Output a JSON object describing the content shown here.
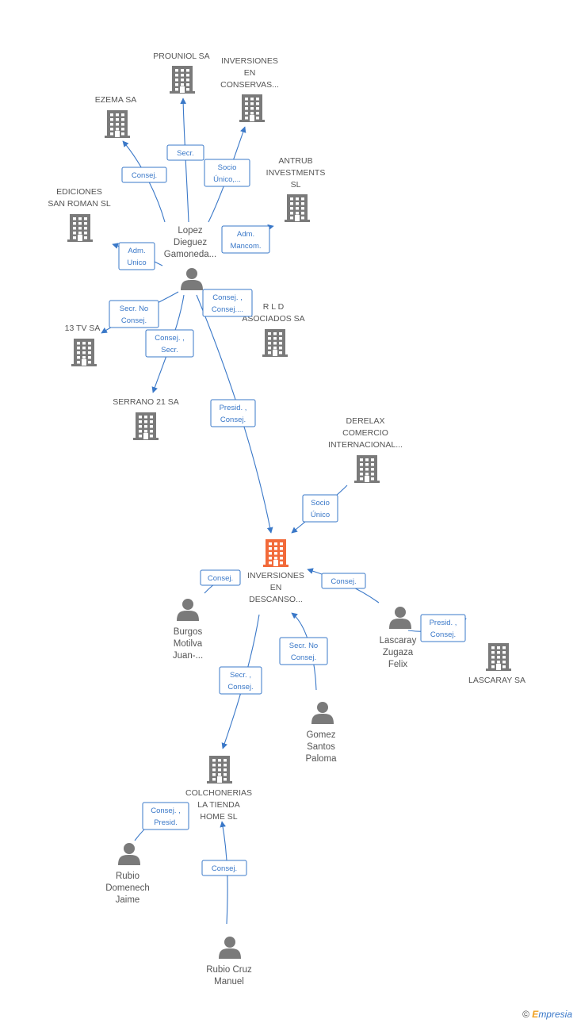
{
  "colors": {
    "company": "#7a7a7a",
    "focus_company": "#f26a3a",
    "person": "#7a7a7a",
    "edge": "#3a78c8"
  },
  "nodes": [
    {
      "id": "prouniol",
      "type": "company",
      "lines": [
        "PROUNIOL SA"
      ]
    },
    {
      "id": "inv_conservas",
      "type": "company",
      "lines": [
        "INVERSIONES",
        "EN",
        "CONSERVAS..."
      ]
    },
    {
      "id": "ezema",
      "type": "company",
      "lines": [
        "EZEMA SA"
      ]
    },
    {
      "id": "antrub",
      "type": "company",
      "lines": [
        "ANTRUB",
        "INVESTMENTS",
        "SL"
      ]
    },
    {
      "id": "ediciones",
      "type": "company",
      "lines": [
        "EDICIONES",
        "SAN ROMAN SL"
      ]
    },
    {
      "id": "lopez",
      "type": "person",
      "lines": [
        "Lopez",
        "Dieguez",
        "Gamoneda..."
      ]
    },
    {
      "id": "rld",
      "type": "company",
      "lines": [
        "R L D",
        "ASOCIADOS SA"
      ]
    },
    {
      "id": "tv13",
      "type": "company",
      "lines": [
        "13 TV SA"
      ]
    },
    {
      "id": "serrano",
      "type": "company",
      "lines": [
        "SERRANO 21 SA"
      ]
    },
    {
      "id": "derelax",
      "type": "company",
      "lines": [
        "DERELAX",
        "COMERCIO",
        "INTERNACIONAL..."
      ]
    },
    {
      "id": "inv_descanso",
      "type": "focus",
      "lines": [
        "INVERSIONES",
        "EN",
        "DESCANSO..."
      ]
    },
    {
      "id": "burgos",
      "type": "person",
      "lines": [
        "Burgos",
        "Motilva",
        "Juan-..."
      ]
    },
    {
      "id": "lascaray_p",
      "type": "person",
      "lines": [
        "Lascaray",
        "Zugaza",
        "Felix"
      ]
    },
    {
      "id": "lascaray_sa",
      "type": "company",
      "lines": [
        "LASCARAY SA"
      ]
    },
    {
      "id": "gomez",
      "type": "person",
      "lines": [
        "Gomez",
        "Santos",
        "Paloma"
      ]
    },
    {
      "id": "colchonerias",
      "type": "company",
      "lines": [
        "COLCHONERIAS",
        "LA TIENDA",
        "HOME SL"
      ]
    },
    {
      "id": "rubio_d",
      "type": "person",
      "lines": [
        "Rubio",
        "Domenech",
        "Jaime"
      ]
    },
    {
      "id": "rubio_c",
      "type": "person",
      "lines": [
        "Rubio Cruz",
        "Manuel"
      ]
    }
  ],
  "edges": [
    {
      "id": "e1",
      "lines": [
        "Secr."
      ]
    },
    {
      "id": "e2",
      "lines": [
        "Consej."
      ]
    },
    {
      "id": "e3",
      "lines": [
        "Socio",
        "Único,..."
      ]
    },
    {
      "id": "e4",
      "lines": [
        "Adm.",
        "Mancom."
      ]
    },
    {
      "id": "e5",
      "lines": [
        "Adm.",
        "Unico"
      ]
    },
    {
      "id": "e6",
      "lines": [
        "Secr.  No",
        "Consej."
      ]
    },
    {
      "id": "e7",
      "lines": [
        "Consej. ,",
        "Consej...."
      ]
    },
    {
      "id": "e8",
      "lines": [
        "Consej. ,",
        "Secr."
      ]
    },
    {
      "id": "e9",
      "lines": [
        "Presid. ,",
        "Consej."
      ]
    },
    {
      "id": "e10",
      "lines": [
        "Socio",
        "Único"
      ]
    },
    {
      "id": "e11",
      "lines": [
        "Consej."
      ]
    },
    {
      "id": "e12",
      "lines": [
        "Consej."
      ]
    },
    {
      "id": "e13",
      "lines": [
        "Presid. ,",
        "Consej."
      ]
    },
    {
      "id": "e14",
      "lines": [
        "Secr.  No",
        "Consej."
      ]
    },
    {
      "id": "e15",
      "lines": [
        "Secr. ,",
        "Consej."
      ]
    },
    {
      "id": "e16",
      "lines": [
        "Consej. ,",
        "Presid."
      ]
    },
    {
      "id": "e17",
      "lines": [
        "Consej."
      ]
    }
  ],
  "footer": {
    "copyright": "©",
    "brand_initial": "E",
    "brand_rest": "mpresia"
  }
}
